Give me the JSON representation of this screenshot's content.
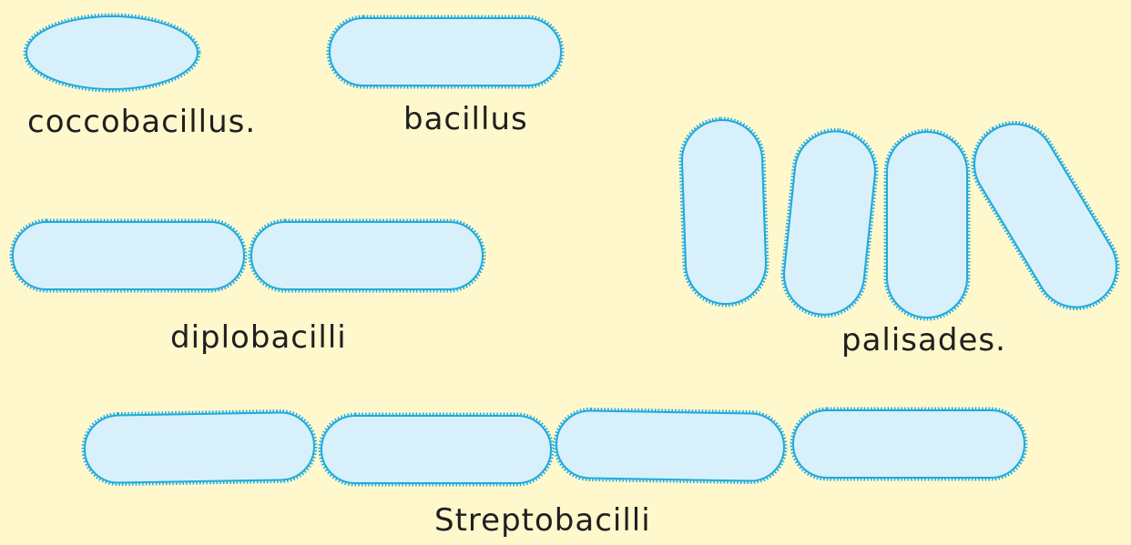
{
  "diagram": {
    "background_color": "#fff8cc",
    "cell_fill_color": "#d7f0fb",
    "cell_outline_color": "#22aad8",
    "label_color": "#1f1f1f",
    "labels": {
      "coccobacillus": "coccobacillus.",
      "bacillus": "bacillus",
      "palisades": "palisades.",
      "diplobacilli": "diplobacilli",
      "streptobacilli": "Streptobacilli"
    }
  }
}
